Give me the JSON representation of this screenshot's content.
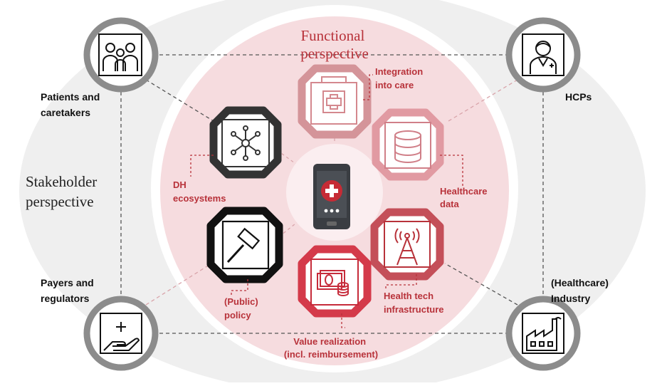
{
  "perspectives": {
    "functional": [
      "Functional",
      "perspective"
    ],
    "stakeholder": [
      "Stakeholder",
      "perspective"
    ]
  },
  "stakeholders": {
    "patients": [
      "Patients and",
      "caretakers"
    ],
    "hcps": [
      "HCPs"
    ],
    "payers": [
      "Payers and",
      "regulators"
    ],
    "industry": [
      "(Healthcare)",
      "Industry"
    ]
  },
  "functions": {
    "integration": [
      "Integration",
      "into care"
    ],
    "healthcare_data": [
      "Healthcare",
      "data"
    ],
    "health_tech": [
      "Health tech",
      "infrastructure"
    ],
    "value_realization": [
      "Value realization",
      "(incl. reimbursement)"
    ],
    "public_policy": [
      "(Public)",
      "policy"
    ],
    "dh_ecosystems": [
      "DH",
      "ecosystems"
    ]
  },
  "colors": {
    "brand_red": "#b8323a",
    "outer_band": "#efefef",
    "inner_disc": "#f6dcdf",
    "stakeholder_ring": "#8c8c8c"
  },
  "icons": {
    "patients": "family-icon",
    "hcps": "doctor-icon",
    "payers": "hand-plus-icon",
    "industry": "factory-icon",
    "integration": "medical-kit-icon",
    "healthcare_data": "database-icon",
    "health_tech": "antenna-tower-icon",
    "value_realization": "money-coins-icon",
    "public_policy": "gavel-icon",
    "dh_ecosystems": "network-icon",
    "center": "smartphone-health-icon"
  }
}
